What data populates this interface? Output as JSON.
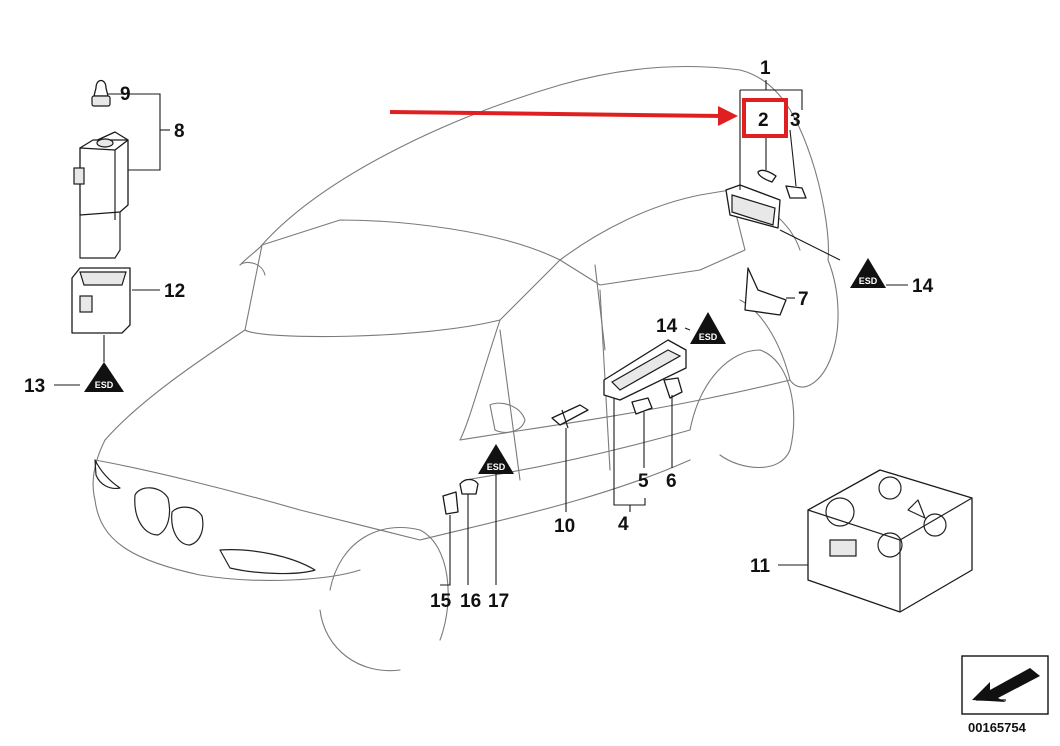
{
  "diagram": {
    "labels": {
      "l1": "1",
      "l2": "2",
      "l3": "3",
      "l4": "4",
      "l5": "5",
      "l6": "6",
      "l7": "7",
      "l8": "8",
      "l9": "9",
      "l10": "10",
      "l11": "11",
      "l12": "12",
      "l13": "13",
      "l14a": "14",
      "l14b": "14",
      "l15": "15",
      "l16": "16",
      "l17": "17"
    },
    "warning_symbol_text": "ESD",
    "reference_number": "00165754",
    "highlight_color": "#e02020",
    "arrow_color": "#e02020"
  }
}
